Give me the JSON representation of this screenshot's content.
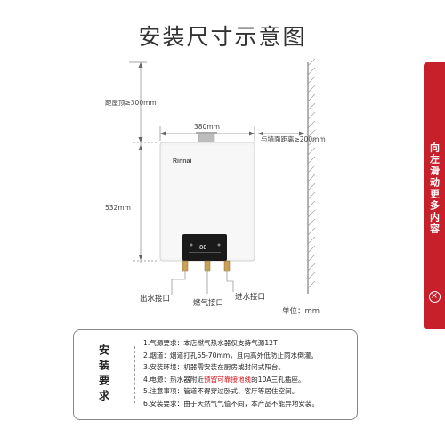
{
  "title": "安装尺寸示意图",
  "dimensions": {
    "top_clearance": "距屋顶≥300mm",
    "width": "380mm",
    "wall_clearance": "与墙面距离≥200mm",
    "height": "532mm"
  },
  "unit_label": "单位：mm",
  "heater": {
    "brand": "Rinnai",
    "display_digits": "88"
  },
  "connectors": {
    "water_out": "出水接口",
    "gas": "燃气接口",
    "water_in": "进水接口"
  },
  "side_tab": {
    "text": "向左滑动更多内容",
    "close_glyph": "×"
  },
  "requirements": {
    "header": "安装要求",
    "items": [
      {
        "prefix": "1.气源要求：本店燃气热水器仅支持气源12T",
        "highlight": "",
        "suffix": ""
      },
      {
        "prefix": "2.烟道：烟道打孔65-70mm，且内高外低防止雨水倒灌。",
        "highlight": "",
        "suffix": ""
      },
      {
        "prefix": "3.安装环境：机器需安装在厨房或封闭式阳台。",
        "highlight": "",
        "suffix": ""
      },
      {
        "prefix": "4.电源：热水器附近",
        "highlight": "预留可靠接地线",
        "suffix": "的10A三孔插座。"
      },
      {
        "prefix": "5.注意事项：管道不得穿过卧式、客厅等居住空间。",
        "highlight": "",
        "suffix": ""
      },
      {
        "prefix": "6.安装要求：由于天然气气值不同，本产品不能异地安装。",
        "highlight": "",
        "suffix": ""
      }
    ]
  },
  "colors": {
    "accent": "#c8202a",
    "highlight_text": "#d0131b",
    "heater_body": "#f7f7f7",
    "control_panel": "#1a1a1a",
    "brass": "#c9a05a"
  }
}
